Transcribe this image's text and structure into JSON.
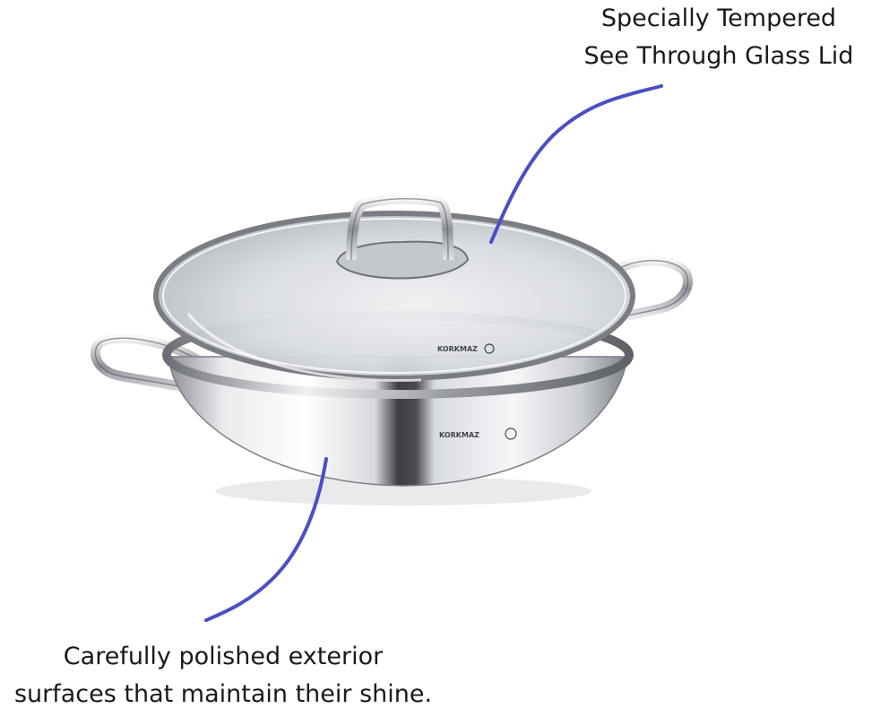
{
  "callouts": {
    "lid": {
      "line1": "Specially Tempered",
      "line2": "See Through Glass Lid"
    },
    "exterior": {
      "line1": "Carefully polished exterior",
      "line2": "surfaces that maintain their shine."
    }
  },
  "product": {
    "brand_lid": "KORKMAZ",
    "brand_body": "KORKMAZ"
  },
  "colors": {
    "pointer": "#4a4fc4",
    "steel_light": "#f4f5f7",
    "steel_dark": "#3a3c41",
    "text": "#1a1a1a"
  }
}
